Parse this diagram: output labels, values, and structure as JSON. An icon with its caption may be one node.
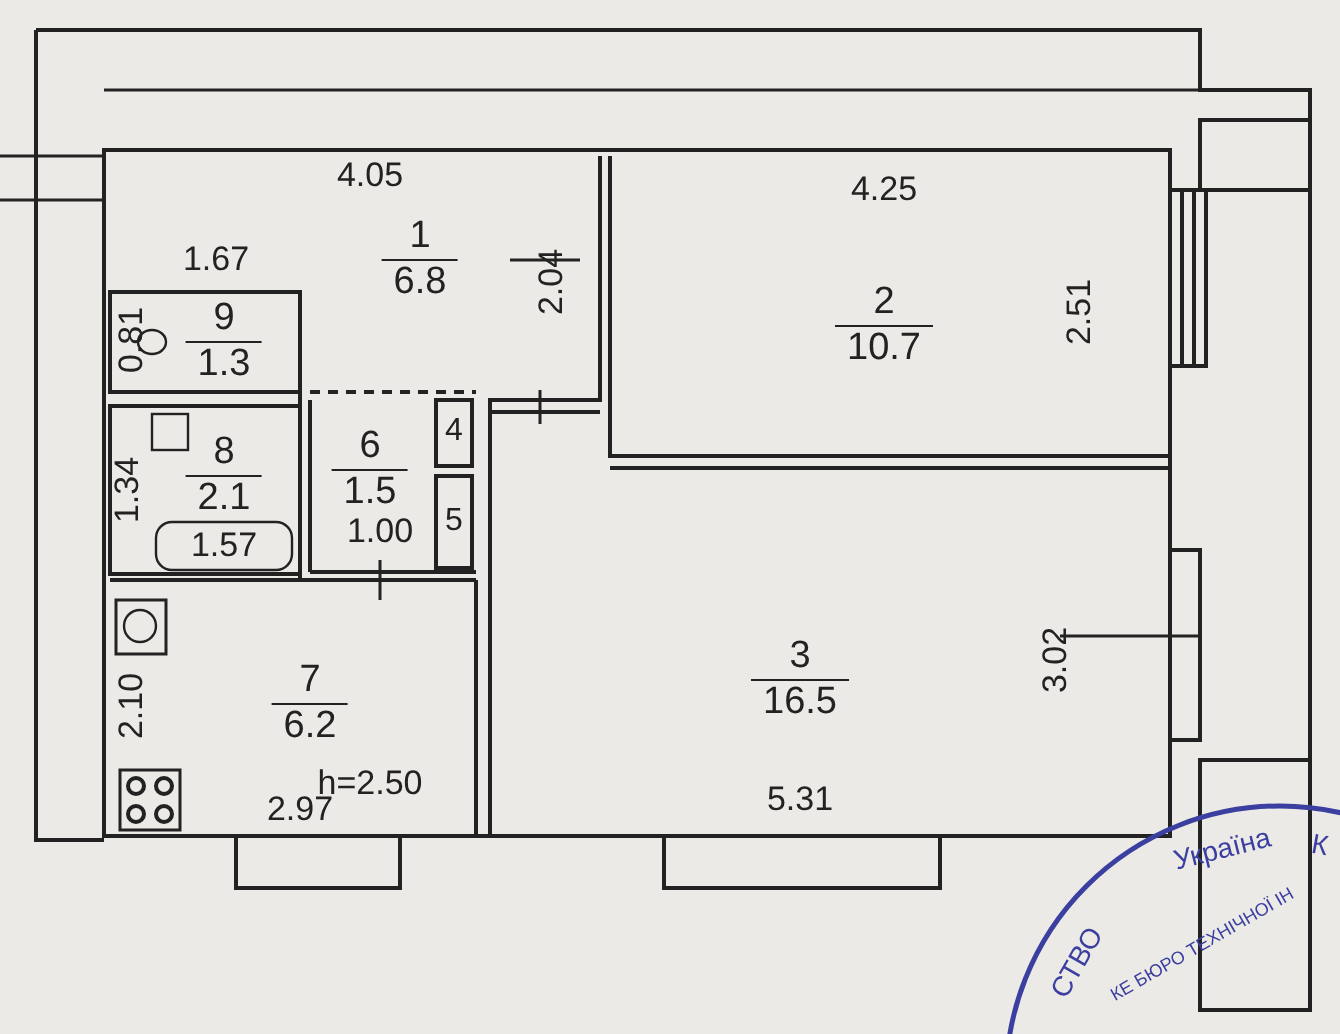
{
  "diagram": {
    "nodes": [
      {
        "text": [
          "1",
          "6.8"
        ]
      },
      {
        "text": [
          "2",
          "10.7"
        ]
      },
      {
        "text": [
          "9",
          "1.3"
        ]
      },
      {
        "text": [
          "8",
          "2.1"
        ]
      },
      {
        "text": [
          "6",
          "1.5"
        ]
      },
      {
        "text": [
          "4"
        ]
      },
      {
        "text": [
          "5"
        ]
      },
      {
        "text": [
          "3",
          "16.5"
        ]
      },
      {
        "text": [
          "7",
          "6.2"
        ]
      }
    ],
    "edges": [],
    "labels": [
      "4.05",
      "4.25",
      "1.67",
      "0.81",
      "2.04",
      "2.51",
      "1.34",
      "1.57",
      "1.00",
      "3.02",
      "2.10",
      "h=2.50",
      "2.97",
      "5.31",
      "СТВО",
      "Україна",
      "К",
      "КЕ БЮРО ТЕХНІЧНОЇ ІН"
    ]
  }
}
